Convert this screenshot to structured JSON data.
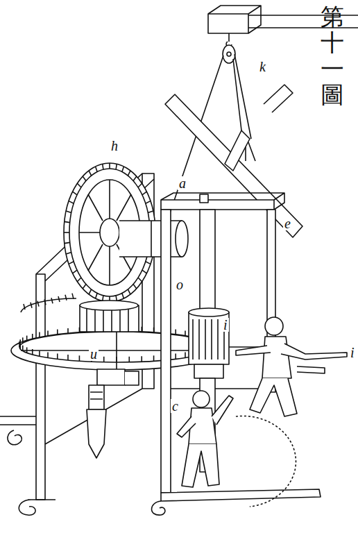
{
  "diagram": {
    "title": "第十一圖",
    "labels": [
      "k",
      "h",
      "a",
      "e",
      "o",
      "i",
      "i",
      "u",
      "c"
    ]
  }
}
